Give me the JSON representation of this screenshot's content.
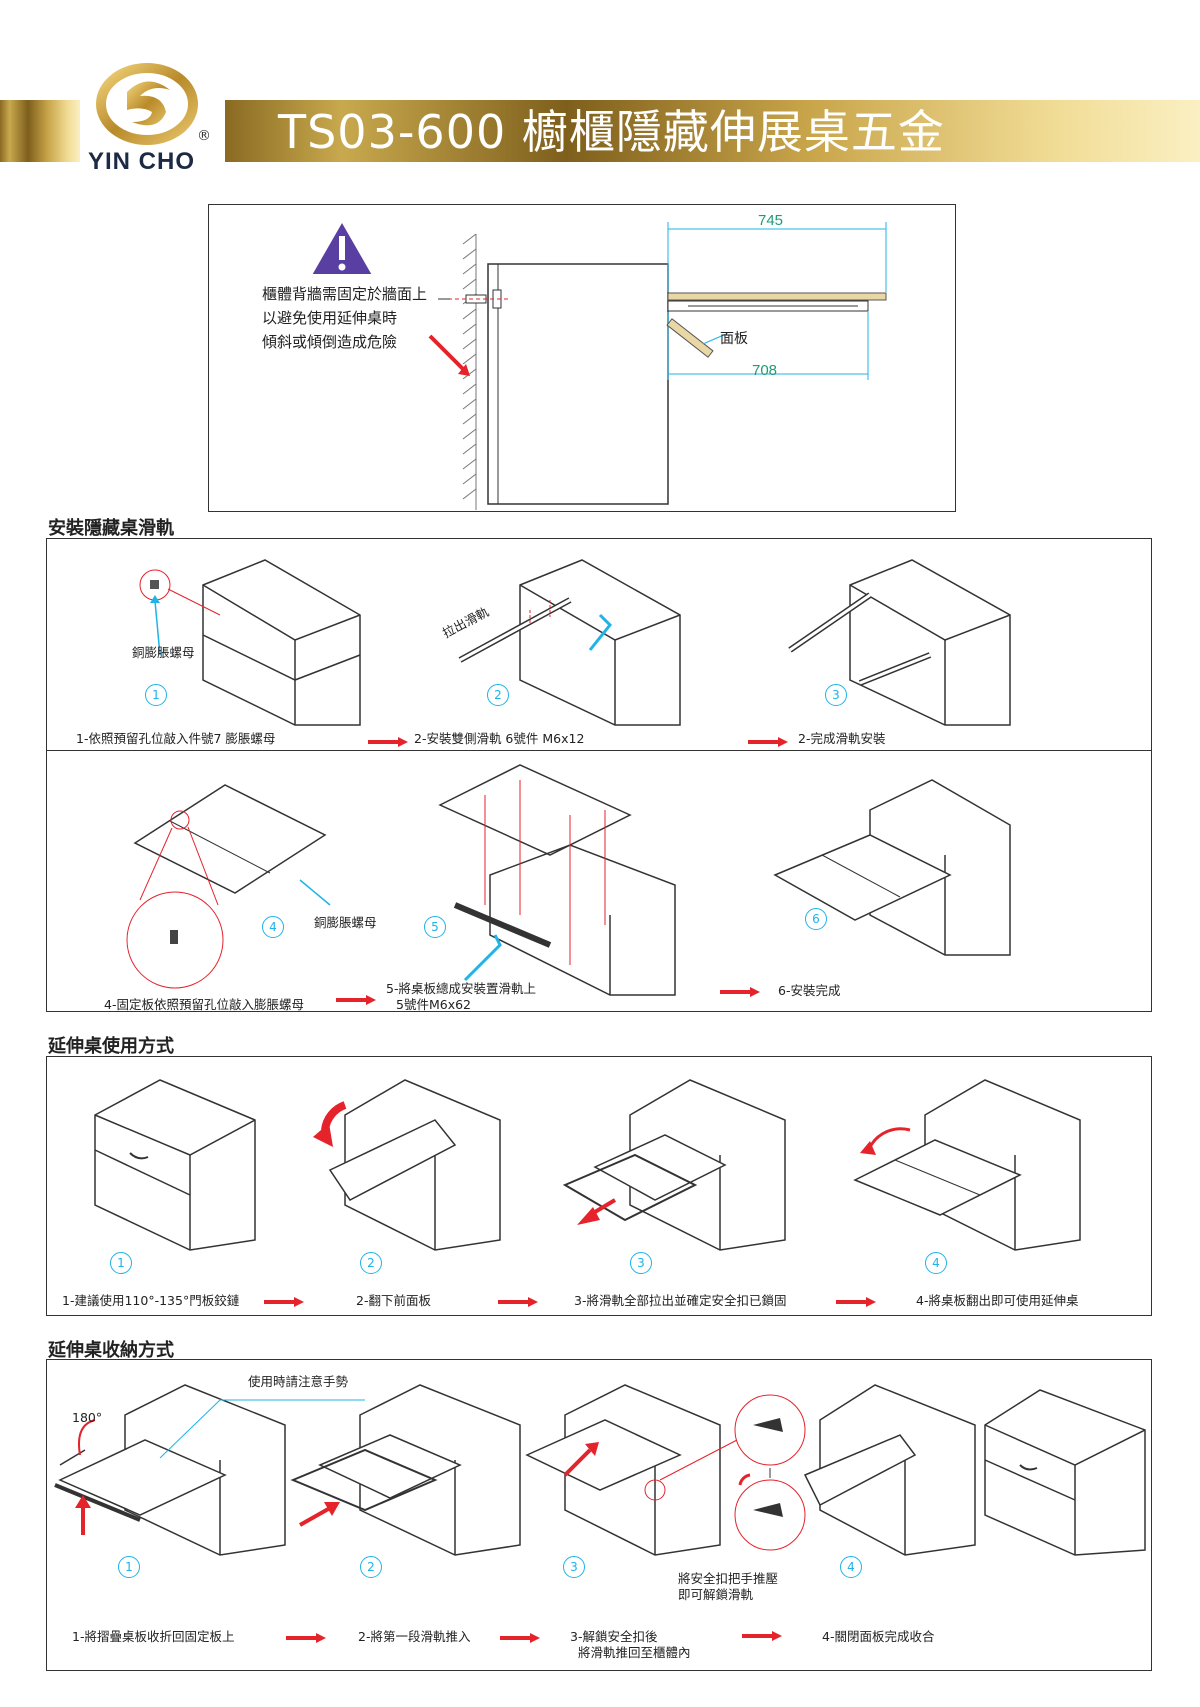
{
  "header": {
    "title": "TS03-600 櫥櫃隱藏伸展桌五金",
    "brand": "YIN CHO",
    "registered": "®"
  },
  "warning": {
    "lines": [
      "櫃體背牆需固定於牆面上",
      "以避免使用延伸桌時",
      "傾斜或傾倒造成危險"
    ],
    "dim_top": "745",
    "dim_bottom": "708",
    "panel_label": "面板"
  },
  "section1": {
    "title": "安裝隱藏桌滑軌",
    "steps_row1": [
      {
        "num": "1",
        "caption": "1-依照預留孔位敲入件號7 膨脹螺母",
        "callout": "銅膨脹螺母"
      },
      {
        "num": "2",
        "caption": "2-安裝雙側滑軌 6號件 M6x12",
        "callout": "拉出滑軌"
      },
      {
        "num": "3",
        "caption": "2-完成滑軌安裝"
      }
    ],
    "steps_row2": [
      {
        "num": "4",
        "caption": "4-固定板依照預留孔位敲入膨脹螺母",
        "callout": "銅膨脹螺母"
      },
      {
        "num": "5",
        "caption_line1": "5-將桌板總成安裝置滑軌上",
        "caption_line2": "5號件M6x62"
      },
      {
        "num": "6",
        "caption": "6-安裝完成"
      }
    ]
  },
  "section2": {
    "title": "延伸桌使用方式",
    "steps": [
      {
        "num": "1",
        "caption": "1-建議使用110°-135°門板鉸鏈"
      },
      {
        "num": "2",
        "caption": "2-翻下前面板"
      },
      {
        "num": "3",
        "caption": "3-將滑軌全部拉出並確定安全扣已鎖固"
      },
      {
        "num": "4",
        "caption": "4-將桌板翻出即可使用延伸桌"
      }
    ]
  },
  "section3": {
    "title": "延伸桌收納方式",
    "hint": "使用時請注意手勢",
    "angle": "180°",
    "safety_line1": "將安全扣把手推壓",
    "safety_line2": "即可解鎖滑軌",
    "steps": [
      {
        "num": "1",
        "caption": "1-將摺疊桌板收折回固定板上"
      },
      {
        "num": "2",
        "caption": "2-將第一段滑軌推入"
      },
      {
        "num": "3",
        "caption_line1": "3-解鎖安全扣後",
        "caption_line2": "將滑軌推回至櫃體內"
      },
      {
        "num": "4",
        "caption": "4-關閉面板完成收合"
      }
    ]
  },
  "colors": {
    "gold": "#b8963a",
    "red": "#e4232b",
    "cyan": "#1eb4e8",
    "pink": "#e8318c"
  }
}
